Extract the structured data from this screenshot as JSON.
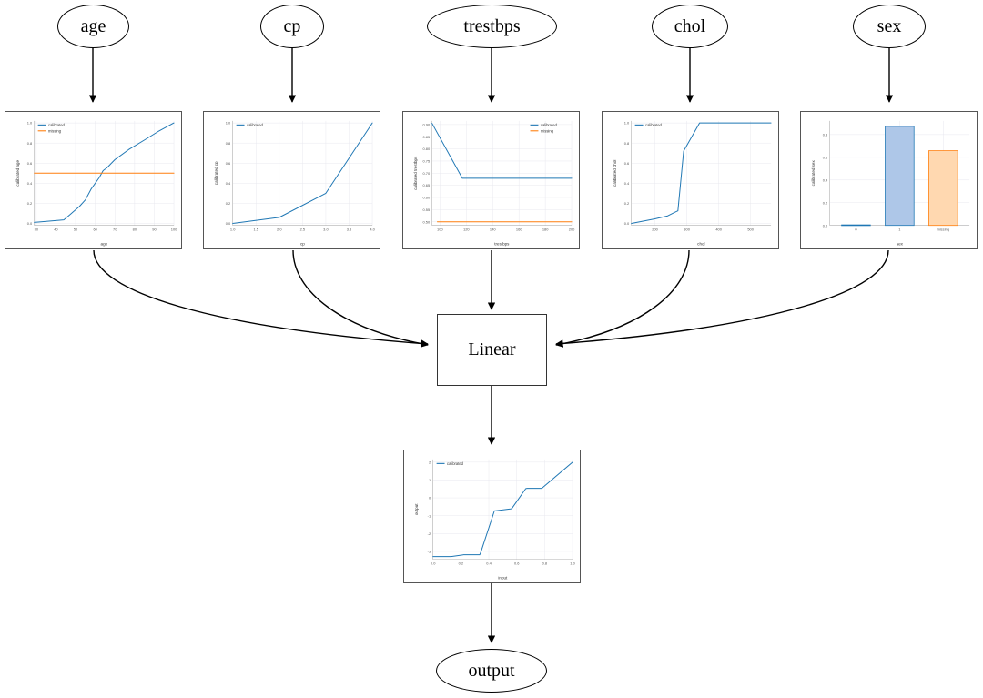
{
  "diagram": {
    "title": "calibrated additive model graph",
    "input_nodes": [
      {
        "id": "age",
        "label": "age"
      },
      {
        "id": "cp",
        "label": "cp"
      },
      {
        "id": "trestbps",
        "label": "trestbps"
      },
      {
        "id": "chol",
        "label": "chol"
      },
      {
        "id": "sex",
        "label": "sex"
      }
    ],
    "linear_node": {
      "label": "Linear"
    },
    "output_node": {
      "label": "output"
    },
    "edge_color": "#000000"
  },
  "style": {
    "blue": "#1f77b4",
    "orange": "#ff7f0e",
    "bar_blue_fill": "#aec7e8",
    "bar_orange_fill": "#ffd8b0",
    "grid": "#e8e8ef",
    "axis": "#b0b0b0",
    "panel_border": "#555555",
    "plot_bg": "#ffffff"
  },
  "chart_data": [
    {
      "id": "age",
      "type": "line",
      "title": "",
      "xlabel": "age",
      "ylabel": "calibrated age",
      "xlim": [
        29,
        100
      ],
      "ylim": [
        -0.02,
        1.02
      ],
      "xticks": [
        30,
        40,
        50,
        60,
        70,
        80,
        90,
        100
      ],
      "xticklabels": [
        "30",
        "40",
        "50",
        "60",
        "70",
        "80",
        "90",
        "100"
      ],
      "yticks": [
        0.0,
        0.2,
        0.4,
        0.6,
        0.8,
        1.0
      ],
      "yticklabels": [
        "0.0",
        "0.2",
        "0.4",
        "0.6",
        "0.8",
        "1.0"
      ],
      "grid": true,
      "legend": [
        "calibrated",
        "missing"
      ],
      "legend_position": "upper left",
      "series": [
        {
          "name": "calibrated",
          "color": "#1f77b4",
          "x": [
            29,
            44,
            47,
            52,
            55,
            58,
            62,
            64,
            66,
            70,
            77,
            85,
            92,
            100
          ],
          "y": [
            0.01,
            0.035,
            0.085,
            0.17,
            0.235,
            0.345,
            0.455,
            0.525,
            0.555,
            0.635,
            0.735,
            0.83,
            0.915,
            1.0
          ]
        },
        {
          "name": "missing",
          "color": "#ff7f0e",
          "x": [
            29,
            100
          ],
          "y": [
            0.5,
            0.5
          ]
        }
      ]
    },
    {
      "id": "cp",
      "type": "line",
      "title": "",
      "xlabel": "cp",
      "ylabel": "calibrated cp",
      "xlim": [
        1.0,
        4.0
      ],
      "ylim": [
        -0.02,
        1.02
      ],
      "xticks": [
        1.0,
        1.5,
        2.0,
        2.5,
        3.0,
        3.5,
        4.0
      ],
      "xticklabels": [
        "1.0",
        "1.5",
        "2.0",
        "2.5",
        "3.0",
        "3.5",
        "4.0"
      ],
      "yticks": [
        0.0,
        0.2,
        0.4,
        0.6,
        0.8,
        1.0
      ],
      "yticklabels": [
        "0.0",
        "0.2",
        "0.4",
        "0.6",
        "0.8",
        "1.0"
      ],
      "grid": true,
      "legend": [
        "calibrated"
      ],
      "legend_position": "upper left",
      "series": [
        {
          "name": "calibrated",
          "color": "#1f77b4",
          "x": [
            1.0,
            2.0,
            3.0,
            4.0
          ],
          "y": [
            0.0,
            0.06,
            0.3,
            1.0
          ]
        }
      ]
    },
    {
      "id": "trestbps",
      "type": "line",
      "title": "",
      "xlabel": "trestbps",
      "ylabel": "calibrated trestbps",
      "xlim": [
        94,
        200
      ],
      "ylim": [
        0.485,
        0.915
      ],
      "xticks": [
        100,
        120,
        140,
        160,
        180,
        200
      ],
      "xticklabels": [
        "100",
        "120",
        "140",
        "160",
        "180",
        "200"
      ],
      "yticks": [
        0.5,
        0.55,
        0.6,
        0.65,
        0.7,
        0.75,
        0.8,
        0.85,
        0.9
      ],
      "yticklabels": [
        "0.50",
        "0.55",
        "0.60",
        "0.65",
        "0.70",
        "0.75",
        "0.80",
        "0.85",
        "0.90"
      ],
      "grid": true,
      "legend": [
        "calibrated",
        "missing"
      ],
      "legend_position": "upper right",
      "series": [
        {
          "name": "calibrated",
          "color": "#1f77b4",
          "x": [
            94,
            117,
            200
          ],
          "y": [
            0.905,
            0.679,
            0.679
          ]
        },
        {
          "name": "missing",
          "color": "#ff7f0e",
          "x": [
            98,
            200
          ],
          "y": [
            0.5,
            0.5
          ]
        }
      ]
    },
    {
      "id": "chol",
      "type": "line",
      "title": "",
      "xlabel": "chol",
      "ylabel": "calibrated chol",
      "xlim": [
        126,
        564
      ],
      "ylim": [
        -0.02,
        1.02
      ],
      "xticks": [
        200,
        300,
        400,
        500
      ],
      "xticklabels": [
        "200",
        "300",
        "400",
        "500"
      ],
      "yticks": [
        0.0,
        0.2,
        0.4,
        0.6,
        0.8,
        1.0
      ],
      "yticklabels": [
        "0.0",
        "0.2",
        "0.4",
        "0.6",
        "0.8",
        "1.0"
      ],
      "grid": true,
      "legend": [
        "calibrated"
      ],
      "legend_position": "upper left",
      "series": [
        {
          "name": "calibrated",
          "color": "#1f77b4",
          "x": [
            126,
            200,
            240,
            265,
            272,
            290,
            340,
            450,
            564
          ],
          "y": [
            0.0,
            0.045,
            0.075,
            0.115,
            0.125,
            0.72,
            1.0,
            1.0,
            1.0
          ]
        }
      ]
    },
    {
      "id": "sex",
      "type": "bar",
      "title": "",
      "xlabel": "sex",
      "ylabel": "calibrated sex",
      "categories": [
        "0",
        "1",
        "missing"
      ],
      "values": [
        0.005,
        0.872,
        0.658
      ],
      "bar_colors": [
        "#aec7e8",
        "#aec7e8",
        "#ffd8b0"
      ],
      "bar_edge_colors": [
        "#1f77b4",
        "#1f77b4",
        "#ff7f0e"
      ],
      "ylim": [
        0.0,
        0.92
      ],
      "yticks": [
        0.0,
        0.2,
        0.4,
        0.6,
        0.8
      ],
      "yticklabels": [
        "0.0",
        "0.2",
        "0.4",
        "0.6",
        "0.8"
      ],
      "grid": true,
      "legend": []
    },
    {
      "id": "output",
      "type": "line",
      "title": "",
      "xlabel": "input",
      "ylabel": "output",
      "xlim": [
        0.0,
        1.0
      ],
      "ylim": [
        -3.45,
        2.15
      ],
      "xticks": [
        0.0,
        0.2,
        0.4,
        0.6,
        0.8,
        1.0
      ],
      "xticklabels": [
        "0.0",
        "0.2",
        "0.4",
        "0.6",
        "0.8",
        "1.0"
      ],
      "yticks": [
        -3,
        -2,
        -1,
        0,
        1,
        2
      ],
      "yticklabels": [
        "-3",
        "-2",
        "-1",
        "0",
        "1",
        "2"
      ],
      "grid": true,
      "legend": [
        "calibrated"
      ],
      "legend_position": "upper left",
      "series": [
        {
          "name": "calibrated",
          "color": "#1f77b4",
          "x": [
            0.0,
            0.13,
            0.22,
            0.335,
            0.345,
            0.44,
            0.45,
            0.555,
            0.565,
            0.665,
            0.675,
            0.78,
            0.79,
            1.0
          ],
          "y": [
            -3.29,
            -3.29,
            -3.19,
            -3.19,
            -3.0,
            -0.73,
            -0.72,
            -0.62,
            -0.6,
            0.52,
            0.53,
            0.53,
            0.6,
            2.0
          ]
        }
      ]
    }
  ]
}
